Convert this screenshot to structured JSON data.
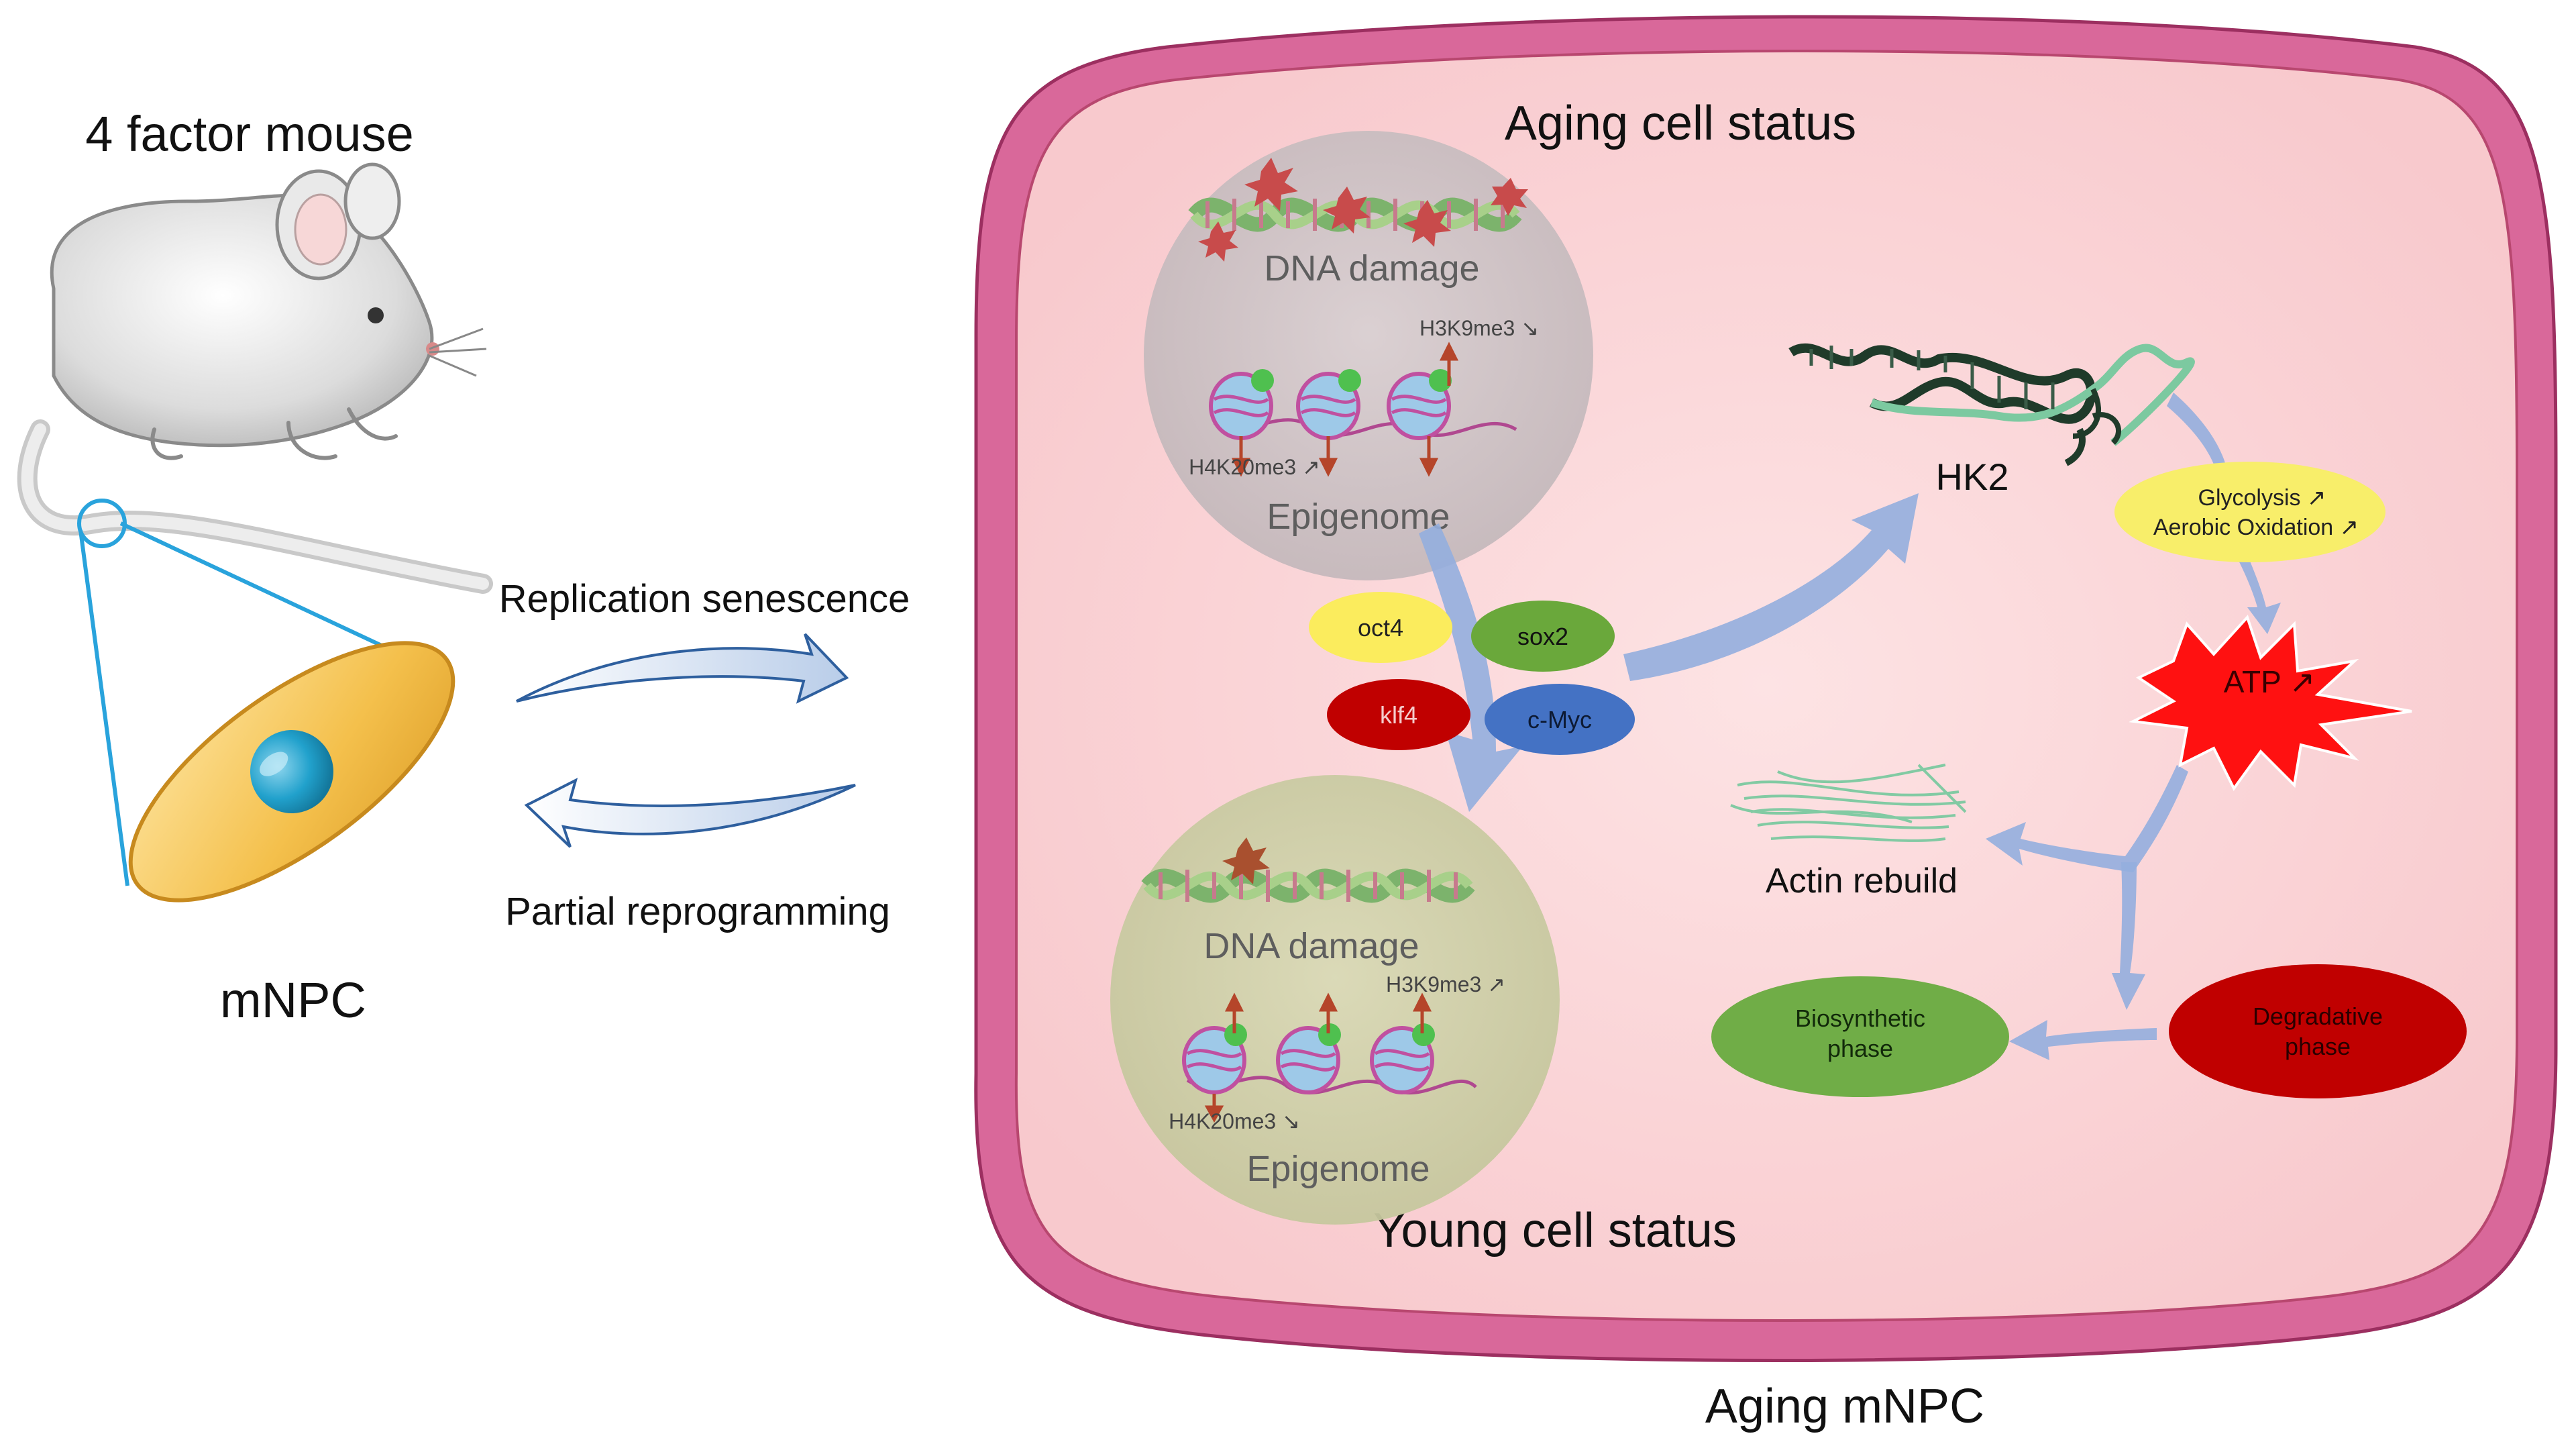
{
  "left": {
    "mouse_title": "4 factor mouse",
    "cell_label": "mNPC",
    "arrow_top_label": "Replication senescence",
    "arrow_bottom_label": "Partial reprogramming"
  },
  "cell": {
    "top_title": "Aging cell status",
    "bottom_title": "Young cell status",
    "caption": "Aging mNPC",
    "aging_nucleus": {
      "dna_label": "DNA damage",
      "epi_label": "Epigenome",
      "h3_mark": "H3K9me3 ↘",
      "h4_mark": "H4K20me3 ↗"
    },
    "young_nucleus": {
      "dna_label": "DNA damage",
      "epi_label": "Epigenome",
      "h3_mark": "H3K9me3 ↗",
      "h4_mark": "H4K20me3 ↘"
    },
    "factors": {
      "oct4": "oct4",
      "sox2": "sox2",
      "klf4": "klf4",
      "cmyc": "c-Myc"
    },
    "metabolism": {
      "hk2": "HK2",
      "glycolysis": "Glycolysis ↗",
      "aerobic": "Aerobic Oxidation ↗",
      "atp": "ATP ↗",
      "actin": "Actin rebuild",
      "biosynthetic_1": "Biosynthetic",
      "biosynthetic_2": "phase",
      "degradative_1": "Degradative",
      "degradative_2": "phase"
    }
  },
  "colors": {
    "membrane": "#d45c8c",
    "cytoplasm": "#fad4d6",
    "aging_nucleus": "#cfc6c8",
    "young_nucleus": "#d1d3ad",
    "arrow_blue": "#93aede",
    "oct4": "#fbec5d",
    "sox2": "#6aa83b",
    "klf4": "#c00000",
    "cmyc": "#4472c4",
    "atp": "#ff1111",
    "glycolysis": "#f8ee6a",
    "biosynthetic": "#70ad47",
    "degradative": "#c00000",
    "mnpc_body": "#f3c14a",
    "mnpc_nucleus": "#2aa0c8"
  }
}
